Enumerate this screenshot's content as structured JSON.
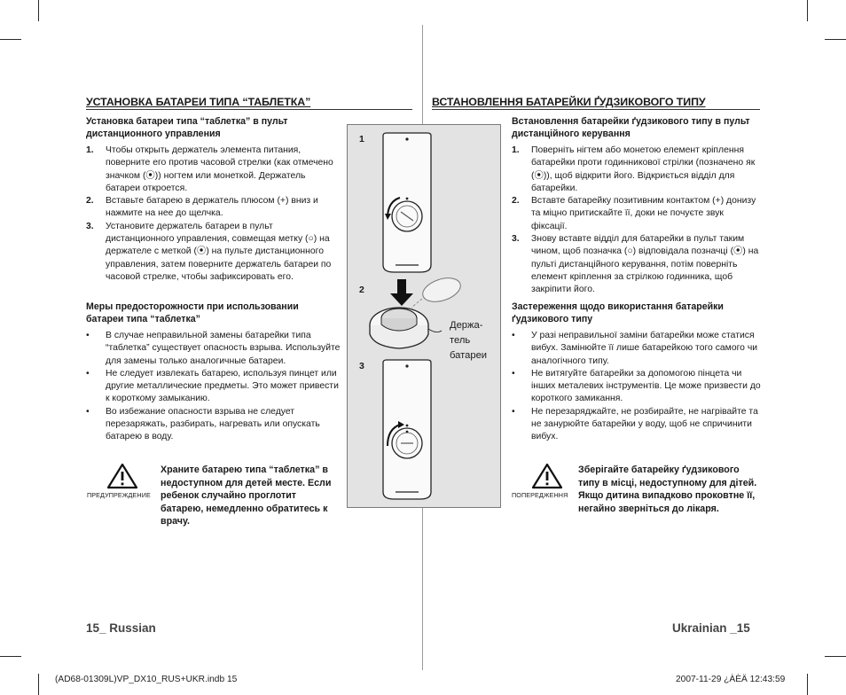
{
  "left": {
    "heading": "УСТАНОВКА БАТАРЕИ ТИПА “ТАБЛЕТКА”",
    "subheading": "Установка батареи типа “таблетка” в пульт дистанционного управления",
    "steps": [
      {
        "n": "1.",
        "text": "Чтобы открыть держатель элемента питания, поверните его против часовой стрелки (как отмечено значком (⦿)) ногтем или монеткой. Держатель батареи откроется."
      },
      {
        "n": "2.",
        "text": "Вставьте батарею в держатель плюсом (+) вниз и нажмите на нее до щелчка."
      },
      {
        "n": "3.",
        "text": "Установите держатель батареи в пульт дистанционного управления, совмещая метку (○) на держателе с меткой (⦿) на пульте дистанционного управления, затем поверните держатель батареи по часовой стрелке, чтобы зафиксировать его."
      }
    ],
    "precautions_heading": "Меры предосторожности при использовании батареи типа “таблетка”",
    "bullets": [
      "В случае неправильной замены батарейки типа “таблетка” существует опасность взрыва. Используйте для замены только аналогичные батареи.",
      "Не следует извлекать батарею, используя пинцет или другие металлические предметы. Это может привести к короткому замыканию.",
      "Во избежание опасности взрыва не следует перезаряжать, разбирать, нагревать или опускать батарею в воду."
    ],
    "warning_label": "ПРЕДУПРЕЖДЕНИЕ",
    "warning_text": "Храните батарею типа “таблетка” в недоступном для детей месте. Если ребенок случайно проглотит батарею, немедленно обратитесь к врачу.",
    "footer": "15_ Russian"
  },
  "right": {
    "heading": "ВСТАНОВЛЕННЯ БАТАРЕЙКИ ҐУДЗИКОВОГО ТИПУ",
    "subheading": "Встановлення батарейки ґудзикового типу в пульт дистанційного керування",
    "steps": [
      {
        "n": "1.",
        "text": "Поверніть нігтем або монетою елемент кріплення батарейки проти годинникової стрілки (позначено як (⦿)), щоб відкрити його. Відкриється відділ для батарейки."
      },
      {
        "n": "2.",
        "text": "Вставте батарейку позитивним контактом (+) донизу та міцно притискайте її, доки не почуєте звук фіксації."
      },
      {
        "n": "3.",
        "text": "Знову вставте відділ для батарейки в пульт таким чином, щоб позначка (○) відповідала позначці (⦿) на пульті дистанційного керування, потім поверніть елемент кріплення за стрілкою годинника, щоб закріпити його."
      }
    ],
    "precautions_heading": "Застереження щодо використання батарейки ґудзикового типу",
    "bullets": [
      "У разі неправильної заміни батарейки може статися вибух. Замінюйте її лише батарейкою того самого чи аналогічного типу.",
      "Не витягуйте батарейки за допомогою пінцета чи інших металевих інструментів. Це може призвести до короткого замикання.",
      "Не перезаряджайте, не розбирайте, не нагрівайте та не занурюйте батарейки у воду, щоб не спричинити вибух."
    ],
    "warning_label": "ПОПЕРЕДЖЕННЯ",
    "warning_text": "Зберігайте батарейку ґудзикового типу в місці, недоступному для дітей. Якщо дитина випадково проковтне її, негайно зверніться до лікаря.",
    "footer": "Ukrainian _15"
  },
  "figure": {
    "step_numbers": [
      "1",
      "2",
      "3"
    ],
    "holder_label": [
      "Держа-",
      "тель",
      "батареи"
    ]
  },
  "print_info": {
    "file": "(AD68-01309L)VP_DX10_RUS+UKR.indb   15",
    "timestamp": "2007-11-29   ¿ÀÈÄ 12:43:59"
  },
  "colors": {
    "figure_bg": "#e3e3e3",
    "text": "#1a1a1a",
    "footer": "#444444"
  }
}
